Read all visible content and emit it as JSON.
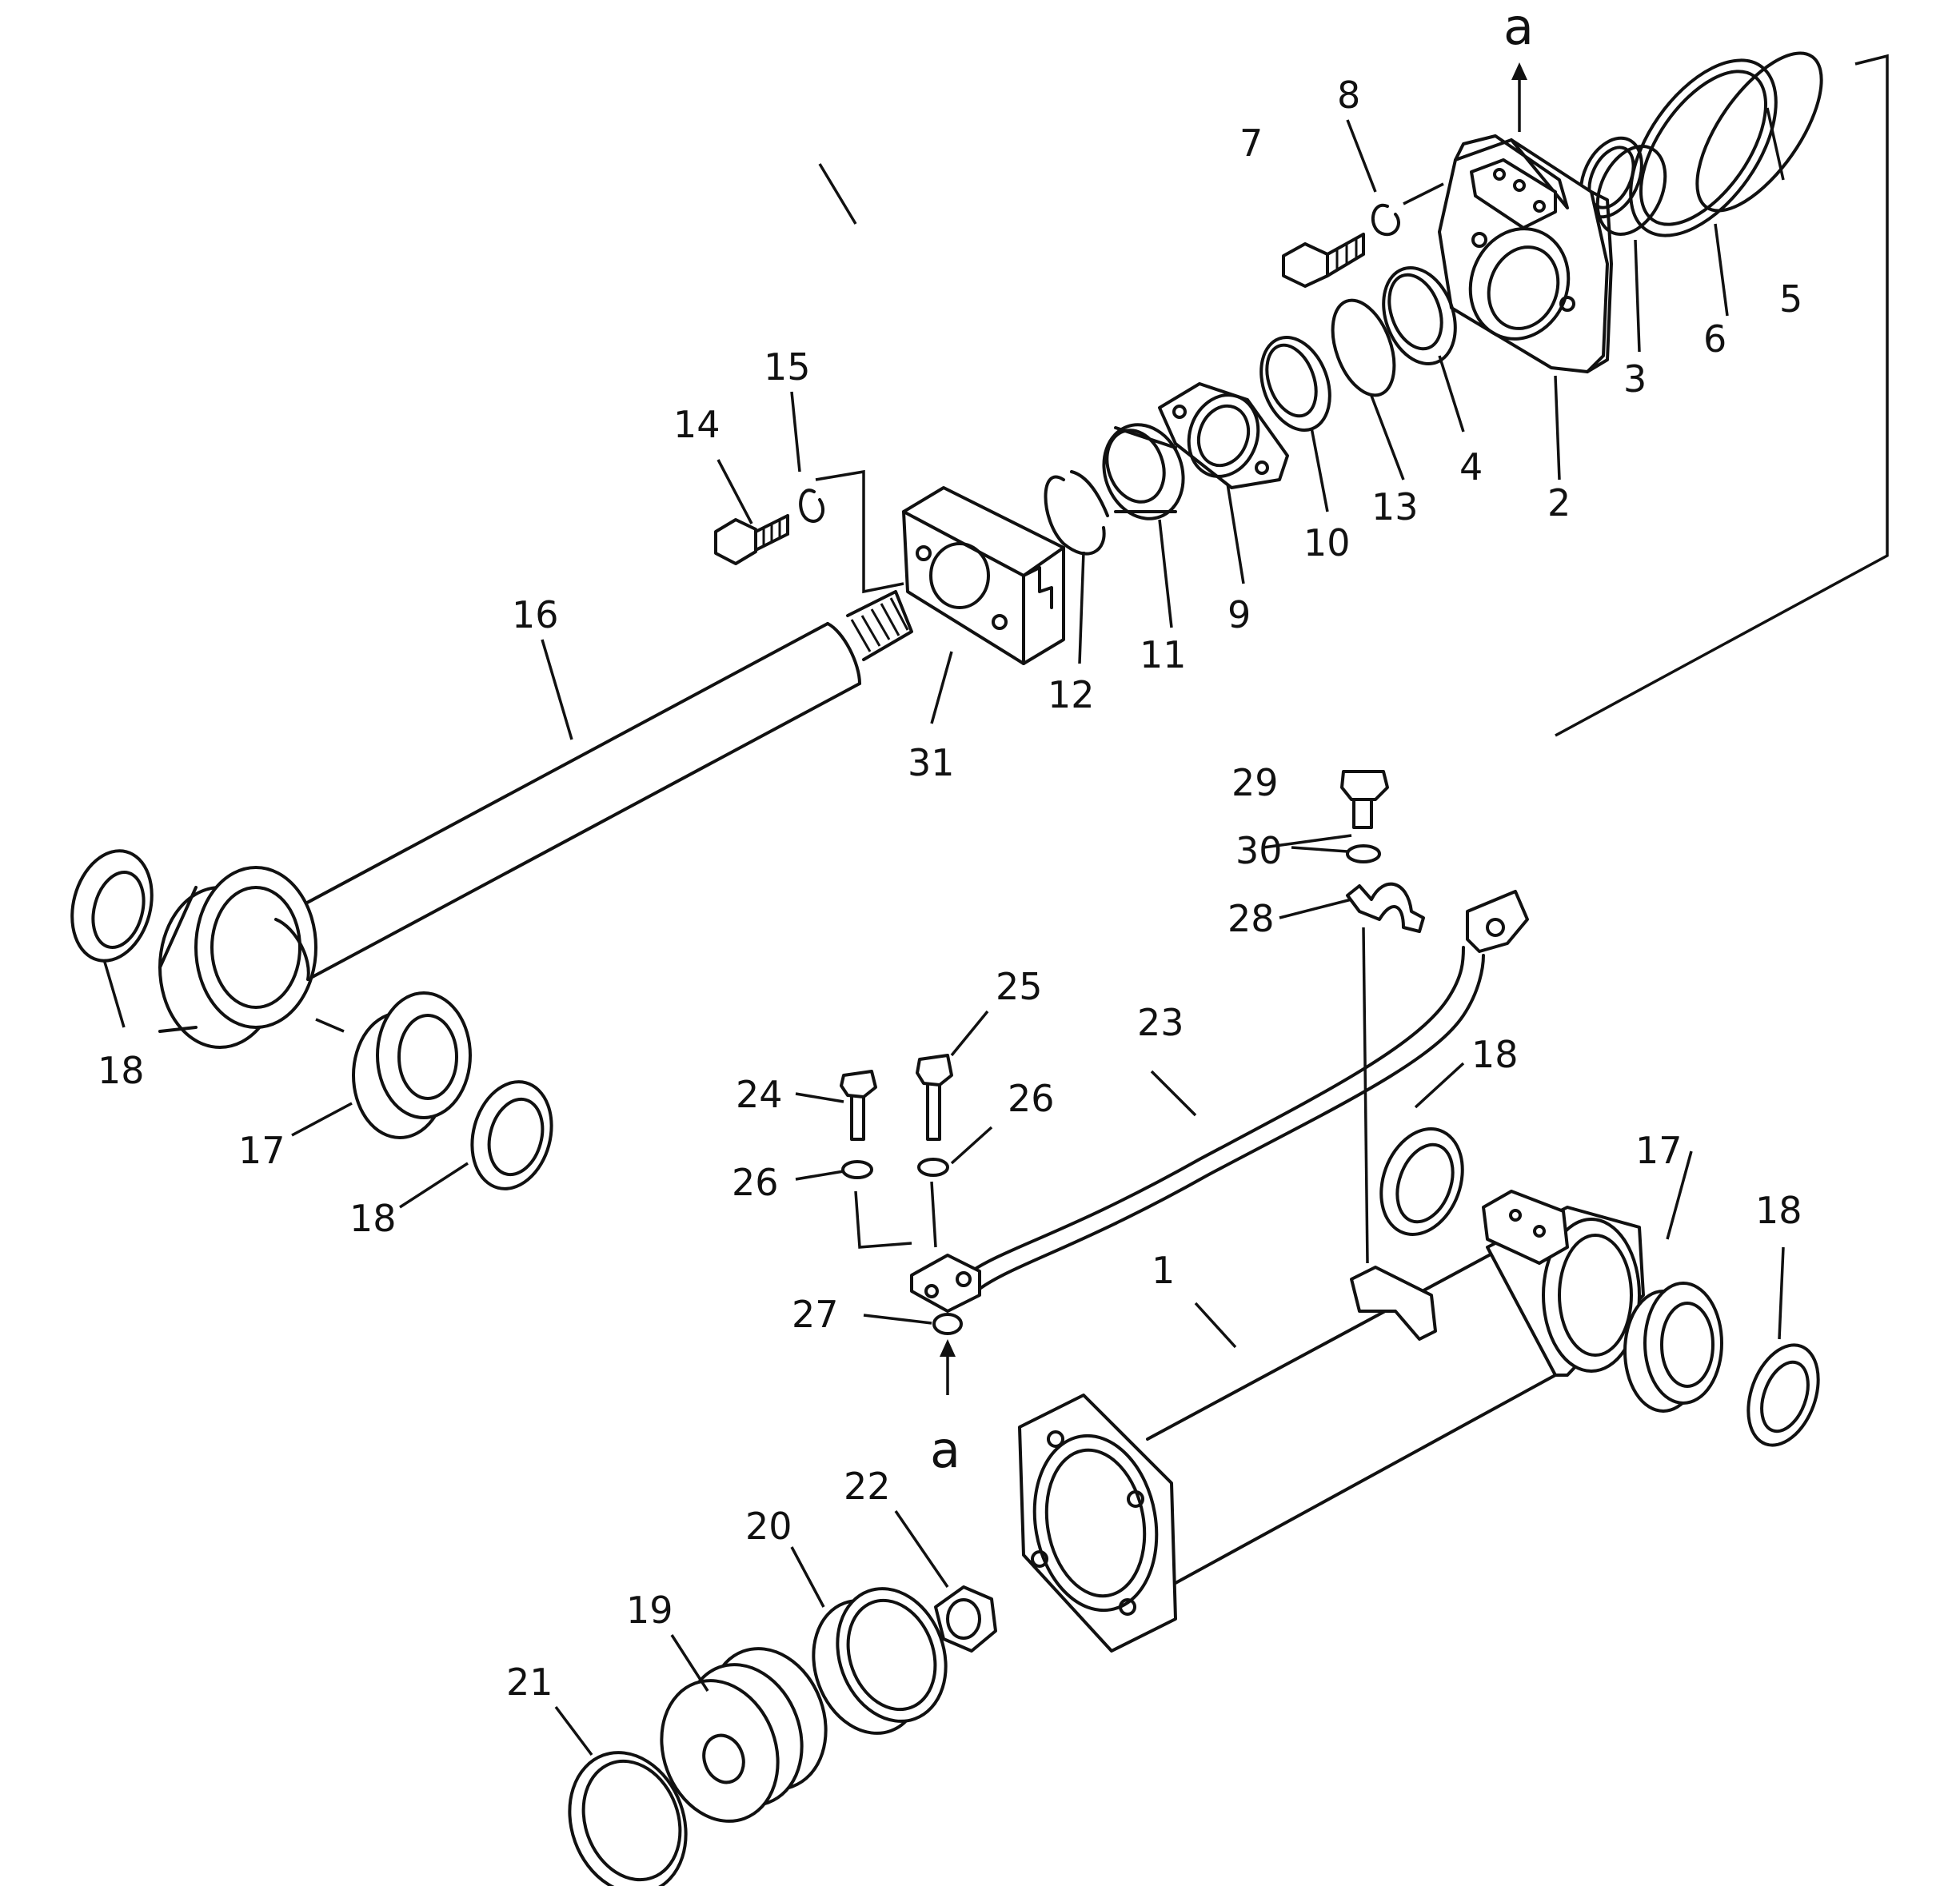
{
  "diagram": {
    "callouts": [
      {
        "id": "c1",
        "text": "1"
      },
      {
        "id": "c2",
        "text": "2"
      },
      {
        "id": "c3",
        "text": "3"
      },
      {
        "id": "c4",
        "text": "4"
      },
      {
        "id": "c5",
        "text": "5"
      },
      {
        "id": "c6",
        "text": "6"
      },
      {
        "id": "c7",
        "text": "7"
      },
      {
        "id": "c8",
        "text": "8"
      },
      {
        "id": "c9",
        "text": "9"
      },
      {
        "id": "c10",
        "text": "10"
      },
      {
        "id": "c11",
        "text": "11"
      },
      {
        "id": "c12",
        "text": "12"
      },
      {
        "id": "c13",
        "text": "13"
      },
      {
        "id": "c14",
        "text": "14"
      },
      {
        "id": "c15",
        "text": "15"
      },
      {
        "id": "c16",
        "text": "16"
      },
      {
        "id": "c17a",
        "text": "17"
      },
      {
        "id": "c17b",
        "text": "17"
      },
      {
        "id": "c18a",
        "text": "18"
      },
      {
        "id": "c18b",
        "text": "18"
      },
      {
        "id": "c18c",
        "text": "18"
      },
      {
        "id": "c18d",
        "text": "18"
      },
      {
        "id": "c19",
        "text": "19"
      },
      {
        "id": "c20",
        "text": "20"
      },
      {
        "id": "c21",
        "text": "21"
      },
      {
        "id": "c22",
        "text": "22"
      },
      {
        "id": "c23",
        "text": "23"
      },
      {
        "id": "c24",
        "text": "24"
      },
      {
        "id": "c25",
        "text": "25"
      },
      {
        "id": "c26a",
        "text": "26"
      },
      {
        "id": "c26b",
        "text": "26"
      },
      {
        "id": "c27",
        "text": "27"
      },
      {
        "id": "c28",
        "text": "28"
      },
      {
        "id": "c29",
        "text": "29"
      },
      {
        "id": "c30",
        "text": "30"
      },
      {
        "id": "c31",
        "text": "31"
      }
    ],
    "connection_labels": {
      "top": "a",
      "bottom": "a"
    }
  }
}
